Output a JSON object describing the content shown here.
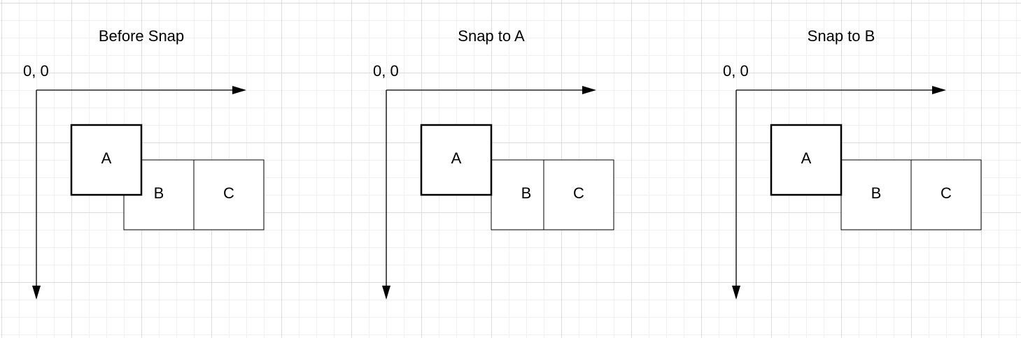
{
  "panels": [
    {
      "title": "Before Snap",
      "origin_label": "0, 0",
      "box_a": "A",
      "box_b": "B",
      "box_c": "C"
    },
    {
      "title": "Snap to A",
      "origin_label": "0, 0",
      "box_a": "A",
      "box_b": "B",
      "box_c": "C"
    },
    {
      "title": "Snap to B",
      "origin_label": "0, 0",
      "box_a": "A",
      "box_b": "B",
      "box_c": "C"
    }
  ],
  "colors": {
    "stroke": "#000000",
    "box_fill": "#ffffff"
  }
}
